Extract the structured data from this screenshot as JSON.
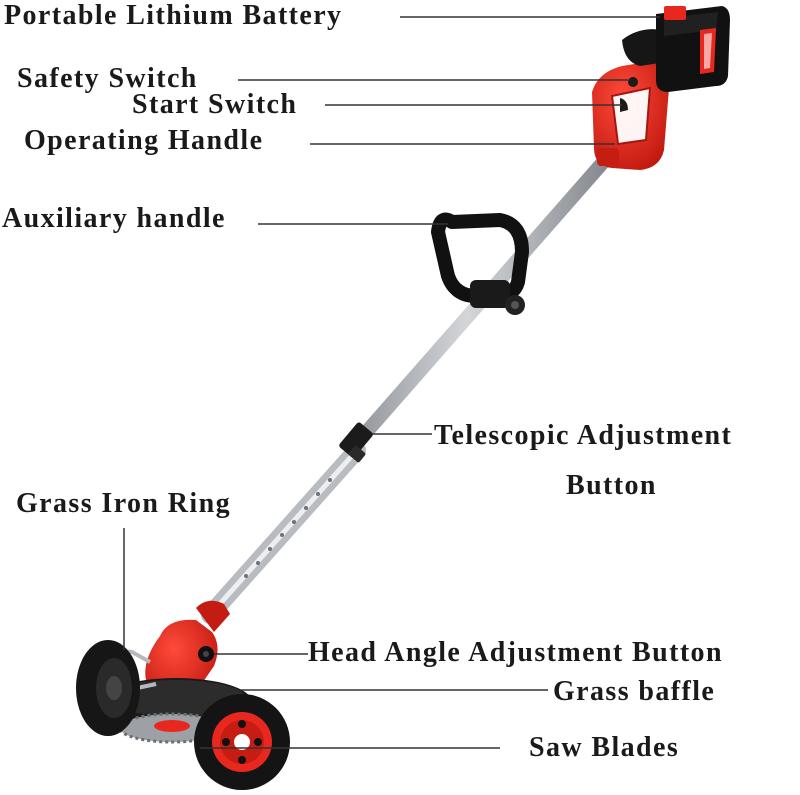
{
  "labels": {
    "battery": "Portable Lithium Battery",
    "safety_switch": "Safety Switch",
    "start_switch": "Start Switch",
    "operating_handle": "Operating Handle",
    "auxiliary_handle": "Auxiliary handle",
    "telescopic_line1": "Telescopic Adjustment",
    "telescopic_line2": "Button",
    "grass_iron_ring": "Grass Iron Ring",
    "head_angle": "Head Angle Adjustment Button",
    "grass_baffle": "Grass baffle",
    "saw_blades": "Saw Blades"
  },
  "colors": {
    "body_red": "#e8281e",
    "dark_red": "#b01810",
    "black": "#151515",
    "shaft_silver": "#c9ccd0",
    "leader_line": "#333333"
  }
}
